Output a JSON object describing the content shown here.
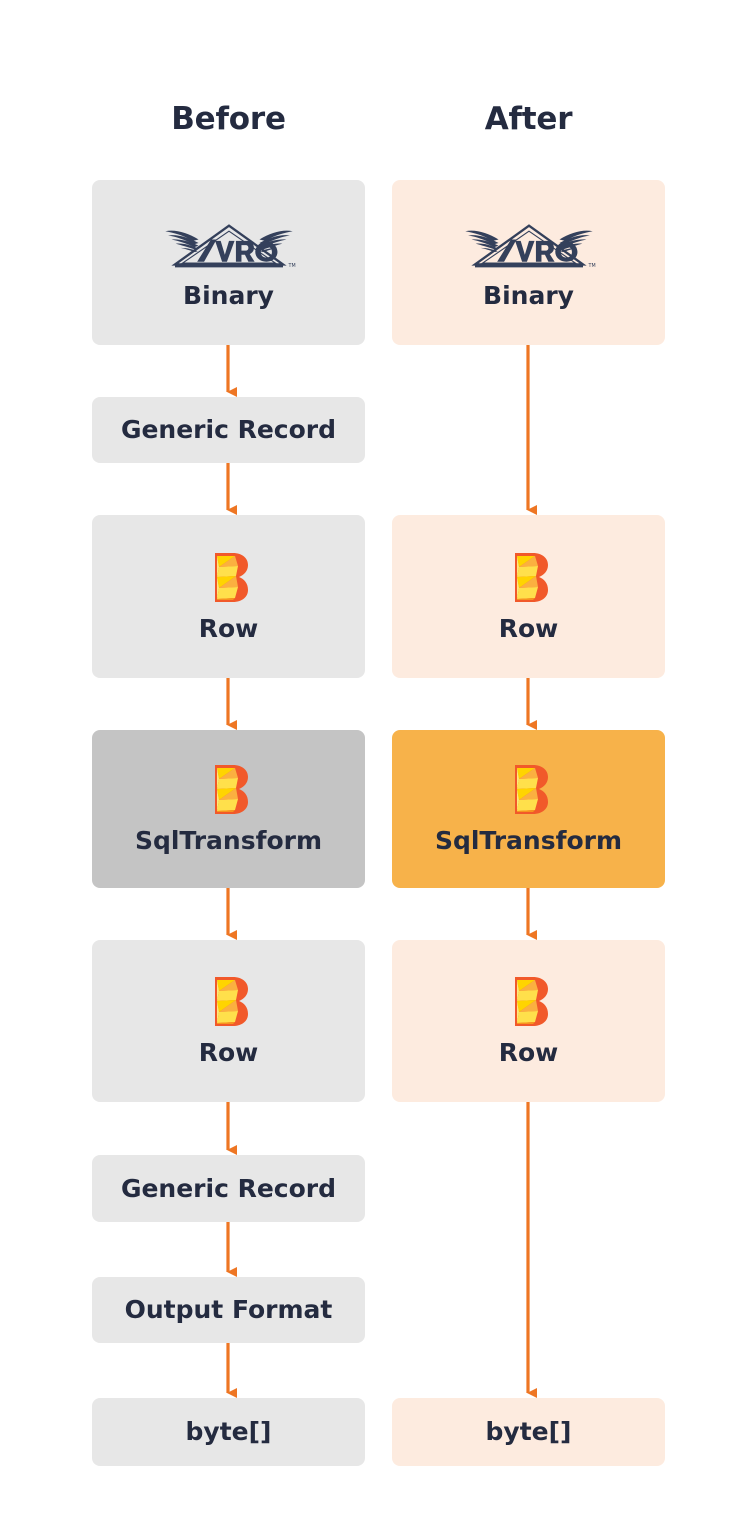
{
  "columns": [
    {
      "id": "before",
      "title": "Before"
    },
    {
      "id": "after",
      "title": "After"
    }
  ],
  "colors": {
    "background": "#ffffff",
    "text": "#242B40",
    "box_grey": "#E7E7E7",
    "box_grey_highlight": "#C4C4C4",
    "box_peach": "#FDEBDF",
    "box_orange_highlight": "#F7B24A",
    "arrow": "#EE7623",
    "avro_navy": "#34405B",
    "beam_orange": "#F1592A",
    "beam_yellow": "#FFE04B"
  },
  "before_column": {
    "title": "Before",
    "nodes": [
      {
        "label": "Binary",
        "icon": "avro-logo",
        "style": "grey"
      },
      {
        "label": "Generic Record",
        "icon": null,
        "style": "grey"
      },
      {
        "label": "Row",
        "icon": "beam-logo",
        "style": "grey"
      },
      {
        "label": "SqlTransform",
        "icon": "beam-logo",
        "style": "grey-highlight"
      },
      {
        "label": "Row",
        "icon": "beam-logo",
        "style": "grey"
      },
      {
        "label": "Generic Record",
        "icon": null,
        "style": "grey"
      },
      {
        "label": "Output Format",
        "icon": null,
        "style": "grey"
      },
      {
        "label": "byte[]",
        "icon": null,
        "style": "grey"
      }
    ]
  },
  "after_column": {
    "title": "After",
    "nodes": [
      {
        "label": "Binary",
        "icon": "avro-logo",
        "style": "peach"
      },
      {
        "label": "Row",
        "icon": "beam-logo",
        "style": "peach"
      },
      {
        "label": "SqlTransform",
        "icon": "beam-logo",
        "style": "orange-highlight"
      },
      {
        "label": "Row",
        "icon": "beam-logo",
        "style": "peach"
      },
      {
        "label": "byte[]",
        "icon": null,
        "style": "peach"
      }
    ]
  },
  "icons": {
    "avro": "avro-logo",
    "beam": "beam-logo",
    "arrow": "arrow-down-icon"
  }
}
